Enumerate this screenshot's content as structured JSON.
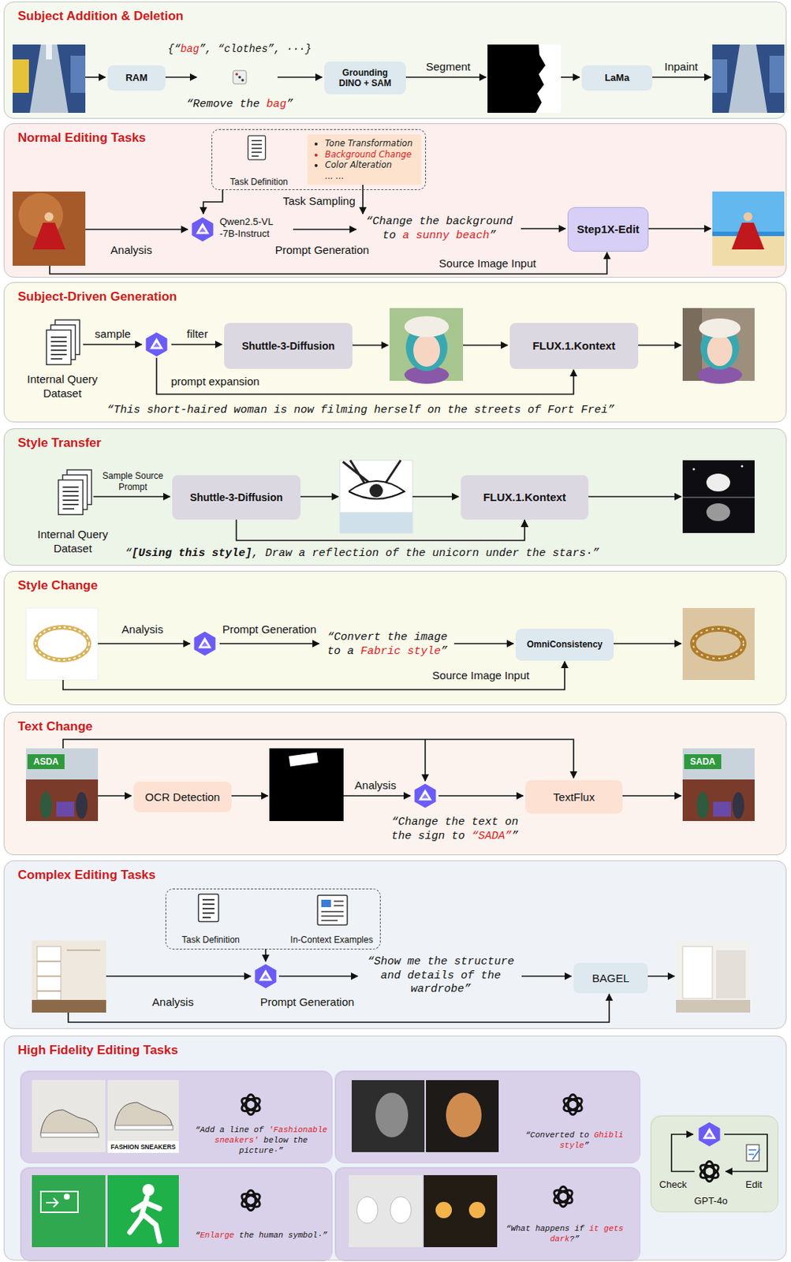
{
  "diagram": {
    "nodes": [
      {
        "text": [
          "Subject Addition & Deletion"
        ]
      },
      {
        "text": [
          "RAM"
        ],
        "in": 0
      },
      {
        "text": [
          "Grounding DINO + SAM"
        ],
        "in": 0
      },
      {
        "text": [
          "LaMa"
        ],
        "in": 0
      },
      {
        "text": [
          "Normal Editing Tasks"
        ]
      },
      {
        "text": [
          "Task Definition"
        ],
        "in": 4
      },
      {
        "text": [
          "Tone Transformation",
          "Background Change",
          "Color Alteration",
          "... ..."
        ],
        "in": 5
      },
      {
        "text": [
          "Step1X-Edit"
        ],
        "in": 4
      },
      {
        "text": [
          "Subject-Driven Generation"
        ]
      },
      {
        "text": [
          "Shuttle-3-Diffusion"
        ],
        "in": 8
      },
      {
        "text": [
          "FLUX.1.Kontext"
        ],
        "in": 8
      },
      {
        "text": [
          "Style Transfer"
        ]
      },
      {
        "text": [
          "Shuttle-3-Diffusion"
        ],
        "in": 11
      },
      {
        "text": [
          "FLUX.1.Kontext"
        ],
        "in": 11
      },
      {
        "text": [
          "Style Change"
        ]
      },
      {
        "text": [
          "OmniConsistency"
        ],
        "in": 14
      },
      {
        "text": [
          "Text Change"
        ]
      },
      {
        "text": [
          "OCR Detection"
        ],
        "in": 16
      },
      {
        "text": [
          "TextFlux"
        ],
        "in": 16
      },
      {
        "text": [
          "Complex Editing Tasks"
        ]
      },
      {
        "text": [
          "Task Definition",
          "In-Context Examples"
        ],
        "in": 19
      },
      {
        "text": [
          "BAGEL"
        ],
        "in": 19
      },
      {
        "text": [
          "High Fidelity Editing Tasks"
        ]
      },
      {
        "text": [
          "“Add a line of ",
          "'Fashionable sneakers'",
          " below the picture·”"
        ],
        "in": 22
      },
      {
        "text": [
          "“Converted to ",
          "Ghibli style",
          "”"
        ],
        "in": 22
      },
      {
        "text": [
          "“",
          "Enlarge",
          " the human symbol·”"
        ],
        "in": 22
      },
      {
        "text": [
          "“What happens if ",
          "it gets dark",
          "?”"
        ],
        "in": 22
      },
      {
        "text": [
          "Check",
          "Edit",
          "GPT-4o"
        ],
        "in": 22
      }
    ],
    "edges": [
      {
        "from": 12,
        "to": 13,
        "arrow": "to"
      }
    ],
    "labels": [
      "{“",
      "bag",
      "”, “clothes”, ···}",
      "“Remove the ",
      "bag",
      "”",
      "Segment",
      "Inpaint",
      "Task Sampling",
      "Qwen2.5-VL -7B-Instruct",
      "Analysis",
      "Prompt Generation",
      "“Change the background to ",
      "a sunny beach",
      "”",
      "Source Image Input",
      "sample",
      "filter",
      "Internal Query Dataset",
      "prompt expansion",
      "“This short-haired woman is now filming herself on the streets of Fort Frei”",
      "Sample Source Prompt",
      "Internal Query Dataset",
      "“",
      "[Using this style]",
      ", Draw a reflection of the unicorn under the stars·”",
      "Analysis",
      "Prompt Generation",
      "“Convert the image to a ",
      "Fabric style",
      "”",
      "Source Image Input",
      "ASDA",
      "Analysis",
      "“Change the text on the sign to ",
      "“SADA”",
      "”",
      "SADA",
      "Analysis",
      "Prompt Generation",
      "“Show me the structure and details of the wardrobe”",
      "FASHION SNEAKERS"
    ]
  }
}
